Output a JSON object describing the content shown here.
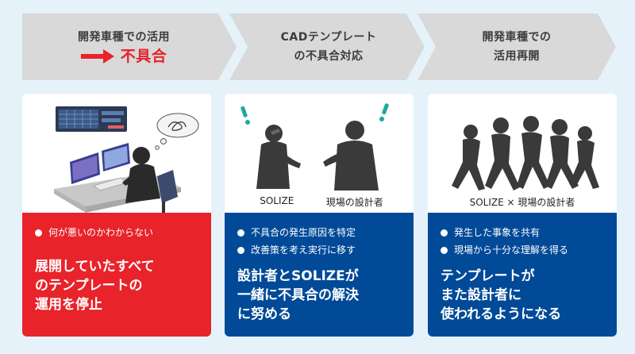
{
  "steps": [
    {
      "line1": "開発車種での活用",
      "line2": "不具合"
    },
    {
      "line1": "CADテンプレート",
      "line2": "の不具合対応"
    },
    {
      "line1": "開発車種での",
      "line2": "活用再開"
    }
  ],
  "cards": [
    {
      "bullets": [
        "何が悪いのかわからない"
      ],
      "headline": [
        "展開していたすべて",
        "のテンプレートの",
        "運用を停止"
      ],
      "color": "#e8232a"
    },
    {
      "labels": [
        "SOLIZE",
        "現場の設計者"
      ],
      "bullets": [
        "不具合の発生原因を特定",
        "改善策を考え実行に移す"
      ],
      "headline": [
        "設計者とSOLIZEが",
        "一緒に不具合の解決",
        "に努める"
      ],
      "color": "#004a98"
    },
    {
      "label": "SOLIZE × 現場の設計者",
      "bullets": [
        "発生した事象を共有",
        "現場から十分な理解を得る"
      ],
      "headline": [
        "テンプレートが",
        "また設計者に",
        "使われるようになる"
      ],
      "color": "#004a98"
    }
  ],
  "icons": {
    "step1_arrow": "right-arrow-icon",
    "exclaim": "exclamation-icon",
    "thought": "thought-bubble-icon"
  },
  "colors": {
    "red": "#e8232a",
    "blue": "#004a98",
    "chevron": "#d9d9d9",
    "background": "#e6f2fa",
    "exclaim": "#1fa8a0"
  }
}
